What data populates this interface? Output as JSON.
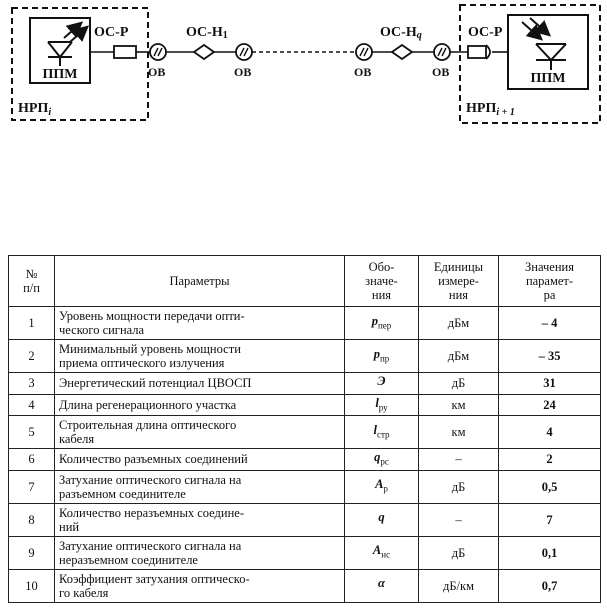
{
  "diagram": {
    "left_box_label": "НРП",
    "left_box_sub": "i",
    "right_box_label": "НРП",
    "right_box_sub": "i + 1",
    "ppm_left": "ППМ",
    "ppm_right": "ППМ",
    "os_r_left": "ОС-Р",
    "os_r_right": "ОС-Р",
    "os_h1": "ОС-Н",
    "os_h1_sub": "1",
    "os_hq": "ОС-Н",
    "os_hq_sub": "q",
    "ov_labels": [
      "ОВ",
      "ОВ",
      "ОВ",
      "ОВ"
    ]
  },
  "table": {
    "headers": {
      "no": "№\nп/п",
      "param": "Параметры",
      "symbol": "Обо-\nзначе-\nния",
      "unit": "Единицы\nизмере-\nния",
      "value": "Значения\nпарамет-\nра"
    },
    "rows": [
      {
        "no": "1",
        "name": "Уровень мощности передачи опти-\nческого сигнала",
        "sym": "p",
        "sub": "пер",
        "unit": "дБм",
        "value": "– 4"
      },
      {
        "no": "2",
        "name": "Минимальный уровень мощности\nприема оптического излучения",
        "sym": "p",
        "sub": "пр",
        "unit": "дБм",
        "value": "– 35"
      },
      {
        "no": "3",
        "name": "Энергетический потенциал ЦВОСП",
        "sym": "Э",
        "sub": "",
        "unit": "дБ",
        "value": "31"
      },
      {
        "no": "4",
        "name": "Длина регенерационного участка",
        "sym": "l",
        "sub": "ру",
        "unit": "км",
        "value": "24"
      },
      {
        "no": "5",
        "name": "Строительная длина оптического\nкабеля",
        "sym": "l",
        "sub": "стр",
        "unit": "км",
        "value": "4"
      },
      {
        "no": "6",
        "name": "Количество разъемных соединений",
        "sym": "q",
        "sub": "рс",
        "unit": "–",
        "value": "2"
      },
      {
        "no": "7",
        "name": "Затухание оптического сигнала на\nразъемном соединителе",
        "sym": "A",
        "sub": "р",
        "unit": "дБ",
        "value": "0,5"
      },
      {
        "no": "8",
        "name": "Количество неразъемных соедине-\nний",
        "sym": "q",
        "sub": "",
        "unit": "–",
        "value": "7"
      },
      {
        "no": "9",
        "name": "Затухание оптического сигнала на\nнеразъемном соединителе",
        "sym": "A",
        "sub": "нс",
        "unit": "дБ",
        "value": "0,1"
      },
      {
        "no": "10",
        "name": "Коэффициент затухания оптическо-\nго кабеля",
        "sym": "α",
        "sub": "",
        "unit": "дБ/км",
        "value": "0,7"
      }
    ]
  }
}
